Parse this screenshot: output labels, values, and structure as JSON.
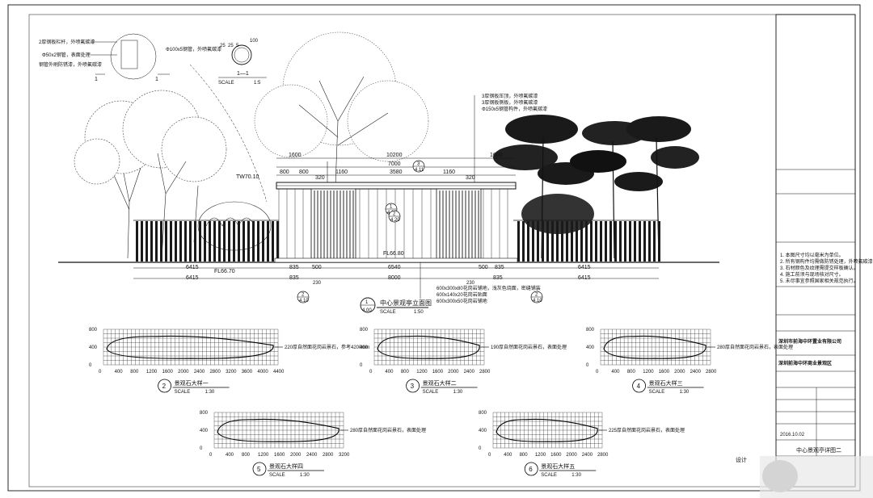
{
  "elevation": {
    "top_dims": [
      "1600",
      "10200",
      "1600"
    ],
    "mid_dims": [
      "7000"
    ],
    "sub_dims": [
      "800",
      "800",
      "320",
      "1160",
      "3580",
      "1160",
      "320"
    ],
    "left_level": "TW70.10",
    "center_level": "FL66.80",
    "ground_level": "FL66.70",
    "bottom_dims_1": [
      "6415",
      "835",
      "500",
      "6540",
      "500",
      "835",
      "6415"
    ],
    "bottom_dims_2": [
      "6415",
      "835",
      "8000",
      "835",
      "6415"
    ],
    "small_230": "230",
    "materials": [
      "600x300x80花岗岩铺地，浅灰色烧面，密缝铺装",
      "600x140x20花岗岩贴面",
      "600x300x50花岗岩铺地"
    ],
    "title": "中心景观亭立面图",
    "title_num": "1",
    "title_sheet": "4.00",
    "scale": "1:50",
    "callouts_left_top": [
      "2厚钢板栏杆，外喷氟碳漆",
      "Φ50x2钢管，表面处理",
      "钢管外刷防锈漆，外喷氟碳漆"
    ],
    "callouts_right_top": [
      "3厚钢板压顶，外喷氟碳漆",
      "3厚钢板侧板，外喷氟碳漆",
      "Φ150x5钢管构件，外喷氟碳漆"
    ],
    "callout_mid": "Φ100x5钢管，外喷氟碳漆"
  },
  "detail_1": {
    "dims": [
      "25",
      "25",
      "5",
      "100"
    ],
    "label": "1—1",
    "scale_label": "SCALE",
    "scale": "1:5"
  },
  "marks": [
    {
      "num": "1",
      "sheet": "4.10"
    },
    {
      "num": "2",
      "sheet": "4.20"
    },
    {
      "num": "3",
      "sheet": "4.11"
    },
    {
      "num": "2",
      "sheet": "4.10"
    },
    {
      "num": "2",
      "sheet": "4.10"
    }
  ],
  "stones": [
    {
      "num": "2",
      "title": "景观石大样一",
      "scale_label": "SCALE",
      "scale": "1:30",
      "x_ticks": [
        "0",
        "400",
        "800",
        "1200",
        "1600",
        "2000",
        "2400",
        "2800",
        "3200",
        "3600",
        "4000",
        "4400"
      ],
      "y_ticks": [
        "0",
        "400",
        "800"
      ],
      "note": "220厚自然面花岗岩景石，参考4200mm",
      "cols": 44,
      "rows": 8
    },
    {
      "num": "3",
      "title": "景观石大样二",
      "scale_label": "SCALE",
      "scale": "1:30",
      "x_ticks": [
        "0",
        "400",
        "800",
        "1200",
        "1600",
        "2000",
        "2400",
        "2800"
      ],
      "y_ticks": [
        "0",
        "400",
        "800"
      ],
      "note": "190厚自然面花岗岩景石，表面处理",
      "cols": 28,
      "rows": 8
    },
    {
      "num": "4",
      "title": "景观石大样三",
      "scale_label": "SCALE",
      "scale": "1:30",
      "x_ticks": [
        "0",
        "400",
        "800",
        "1200",
        "1600",
        "2000",
        "2400",
        "2800"
      ],
      "y_ticks": [
        "0",
        "400",
        "800"
      ],
      "note": "280厚自然面花岗岩景石，表面处理",
      "cols": 28,
      "rows": 8
    },
    {
      "num": "5",
      "title": "景观石大样四",
      "scale_label": "SCALE",
      "scale": "1:30",
      "x_ticks": [
        "0",
        "400",
        "800",
        "1200",
        "1600",
        "2000",
        "2400",
        "2800",
        "3200"
      ],
      "y_ticks": [
        "0",
        "400",
        "800"
      ],
      "note": "280厚自然面花岗岩景石，表面处理",
      "cols": 32,
      "rows": 8
    },
    {
      "num": "6",
      "title": "景观石大样五",
      "scale_label": "SCALE",
      "scale": "1:30",
      "x_ticks": [
        "0",
        "400",
        "800",
        "1200",
        "1600",
        "2000",
        "2400",
        "2800"
      ],
      "y_ticks": [
        "0",
        "400",
        "800"
      ],
      "note": "225厚自然面花岗岩景石，表面处理",
      "cols": 28,
      "rows": 8
    }
  ],
  "title_block": {
    "client": "深圳市前海中环置业有限公司",
    "project": "深圳前海中环商业景观区",
    "notes": [
      "1. 本图尺寸均以毫米为单位。",
      "2. 所有钢构件均需做防锈处理，外喷氟碳漆。",
      "3. 石材颜色及纹理需提交样板确认。",
      "4. 施工前须与现场核对尺寸。",
      "5. 未尽事宜参照国家相关规范执行。"
    ],
    "drawing_name": "中心景观亭详图二",
    "date": "2016.10.02"
  },
  "watermark": "设计"
}
